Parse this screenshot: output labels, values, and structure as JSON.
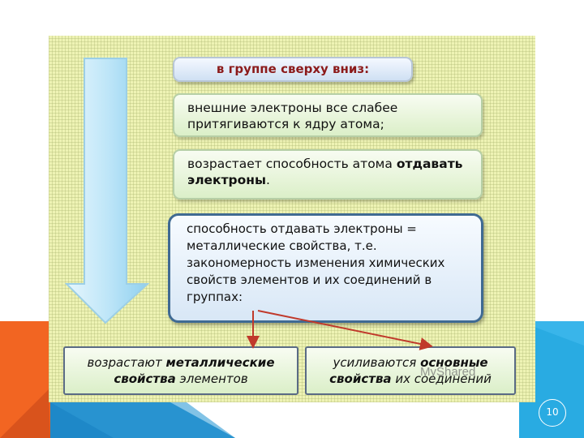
{
  "slide": {
    "title": "в группе сверху вниз:",
    "box1": {
      "line1": "внешние электроны все слабее",
      "line2": "притягиваются к ядру атома;"
    },
    "box2": {
      "line1_a": "возрастает способность атома ",
      "line1_b": "отдавать",
      "line2_a": "электроны",
      "line2_b": "."
    },
    "box3": {
      "line1": "способность отдавать электроны =",
      "line2": "металлические свойства, т.е.",
      "line3": "закономерность изменения химических",
      "line4": "свойств элементов и их соединений в",
      "line5": "группах:"
    },
    "bottom_left": {
      "line1_a": "возрастают ",
      "line1_b": "металлические",
      "line2_a": "свойства",
      "line2_b": " элементов"
    },
    "bottom_right": {
      "line1_a": "усиливаются ",
      "line1_b": "основные",
      "line2_a": "свойства",
      "line2_b": " их соединений"
    }
  },
  "watermark": "MyShared",
  "page_number": "10",
  "colors": {
    "panel": "#eef3b4",
    "title_text": "#8b1a1a",
    "connector": "#c0392b",
    "deco_orange": "#f26522",
    "deco_blue": "#29abe2"
  }
}
